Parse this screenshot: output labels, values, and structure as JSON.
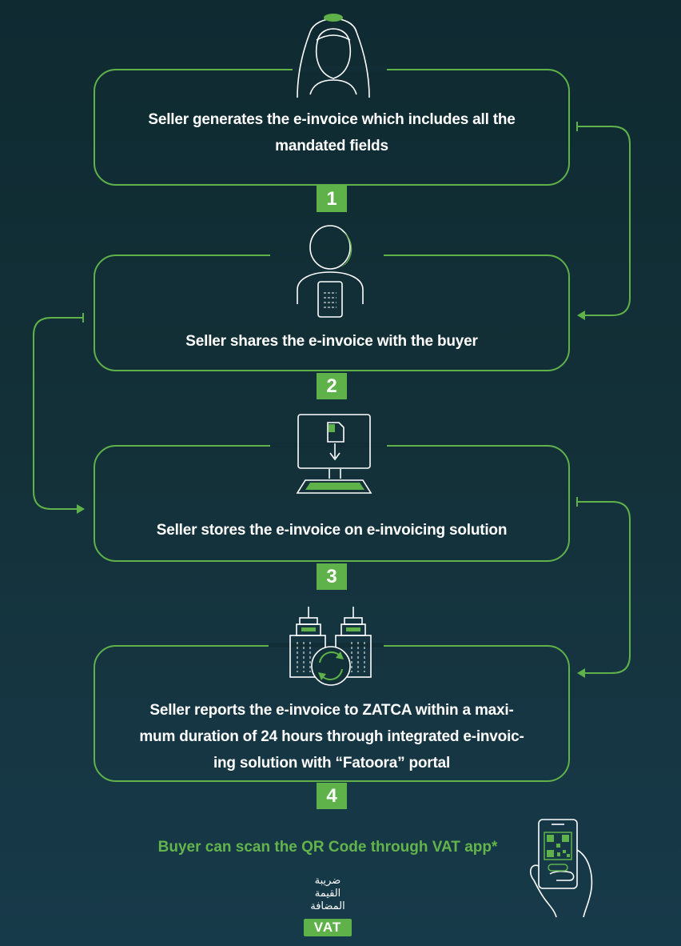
{
  "steps": [
    {
      "number": "1",
      "text_lines": [
        "Seller generates the e-invoice which includes all the",
        "mandated fields"
      ]
    },
    {
      "number": "2",
      "text_lines": [
        "Seller shares the e-invoice with the buyer"
      ]
    },
    {
      "number": "3",
      "text_lines": [
        "Seller stores the e-invoice on e-invoicing solution"
      ]
    },
    {
      "number": "4",
      "text_lines": [
        "Seller reports the e-invoice to ZATCA within a maxi-",
        "mum duration of 24 hours through integrated e-invoic-",
        "ing solution with “Fatoora” portal"
      ]
    }
  ],
  "footer": {
    "buyer_text": "Buyer can scan the QR Code through VAT app*",
    "vat_logo_arabic_lines": [
      "ضريبة",
      "القيمة",
      "المضافة"
    ],
    "vat_logo_latin": "VAT"
  },
  "icons": [
    "seller-icon",
    "seller-phone-icon",
    "computer-download-icon",
    "buildings-sync-icon",
    "qr-phone-hand-icon"
  ],
  "colors": {
    "accent": "#5fb24a",
    "background": "#133038",
    "text": "#ffffff",
    "footer_text": "#64b44c"
  }
}
